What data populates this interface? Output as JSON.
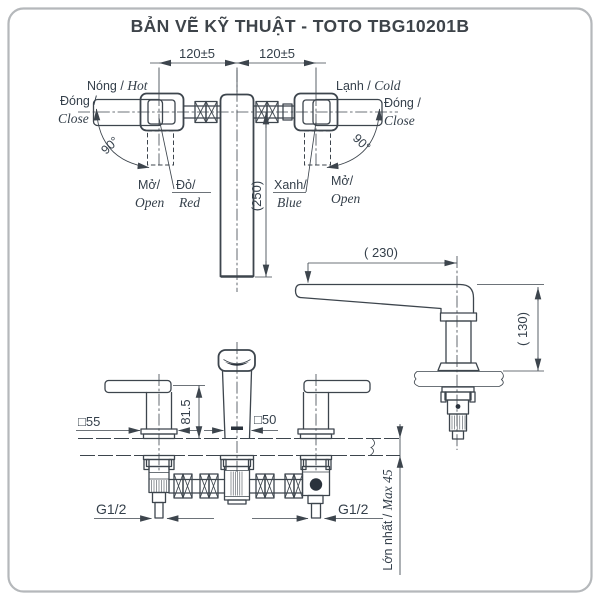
{
  "page": {
    "title": "BẢN VẼ KỸ THUẬT - TOTO TBG10201B"
  },
  "colors": {
    "line": "#3d454d",
    "text": "#343f4a",
    "dark_fill": "#2a323c",
    "border": "#b5b8bb"
  },
  "top_view": {
    "dim_left": "120±5",
    "dim_right": "120±5",
    "dim_spout_length": "(250)",
    "hot_vi": "Nóng / ",
    "hot_en": "Hot",
    "cold_vi": "Lạnh / ",
    "cold_en": "Cold",
    "close_vi": "Đóng /",
    "close_en": "Close",
    "open_vi": "Mở/",
    "open_en": "Open",
    "angle": "90°",
    "red_vi": "Đỏ/",
    "red_en": "Red",
    "blue_vi": "Xanh/",
    "blue_en": "Blue"
  },
  "side_view": {
    "dim_reach": "( 230)",
    "dim_height": "( 130)"
  },
  "front_view": {
    "dim_handle_base": "□55",
    "dim_spout_base": "□50",
    "dim_handle_height": "81.5",
    "thread_left": "G1/2",
    "thread_right": "G1/2",
    "max_thickness_vi": "Lớn nhất / ",
    "max_thickness_en": "Max 45"
  }
}
